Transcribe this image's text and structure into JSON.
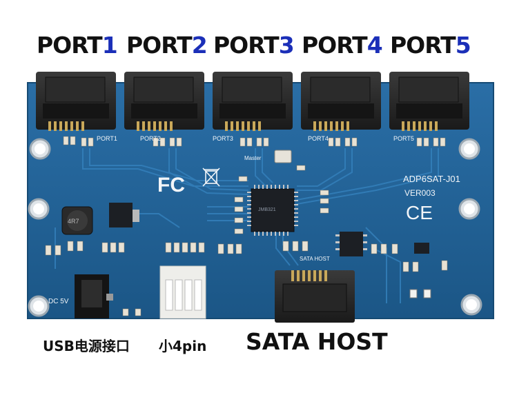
{
  "ports": [
    {
      "prefix": "PORT",
      "number": "1"
    },
    {
      "prefix": "PORT",
      "number": "2"
    },
    {
      "prefix": "PORT",
      "number": "3"
    },
    {
      "prefix": "PORT",
      "number": "4"
    },
    {
      "prefix": "PORT",
      "number": "5"
    }
  ],
  "board": {
    "model": "ADP6SAT-J01",
    "version": "VER003",
    "master_label": "Master",
    "sata_host_silk": "SATA HOST",
    "port_silk": [
      "PORT1",
      "PORT2",
      "PORT3",
      "PORT4",
      "PORT5"
    ],
    "dc_label": "DC 5V",
    "fc_mark": "FC",
    "ce_mark": "CE",
    "inductor_code": "4R7",
    "chip_brand": "JMB321"
  },
  "captions": {
    "usb_power": "USB电源接口",
    "small_4pin": "小4pin",
    "sata_host": "SATA HOST"
  },
  "colors": {
    "pcb": "#1f5f93",
    "trace": "#2b73aa",
    "label_number": "#1b2fb8"
  }
}
